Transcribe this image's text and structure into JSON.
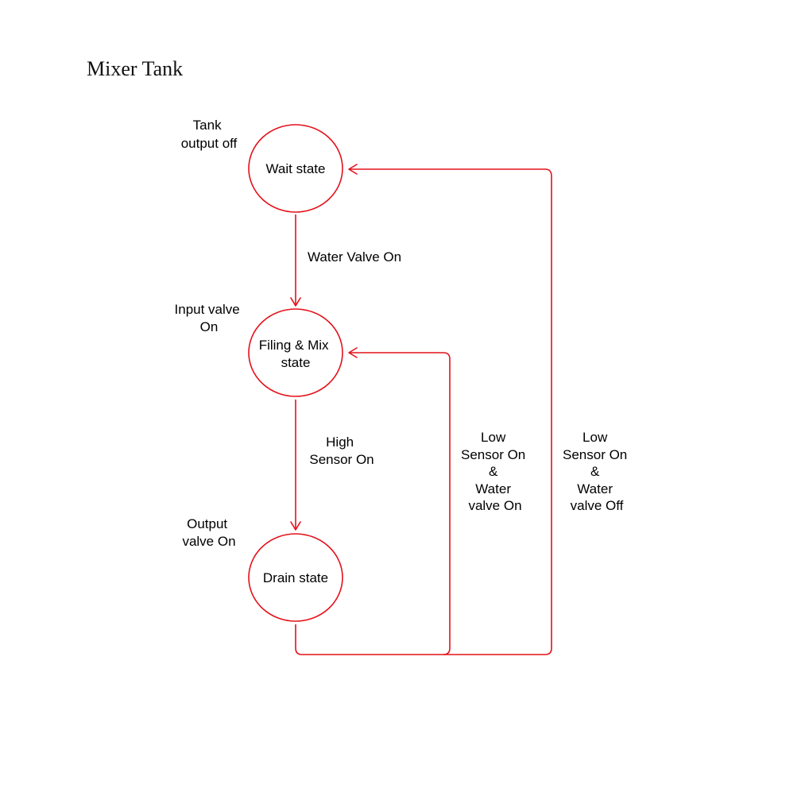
{
  "title": "Mixer Tank",
  "accent_color": "#e3121b",
  "states": [
    {
      "id": "wait",
      "lines": [
        "Wait state"
      ],
      "annotation": [
        "Tank",
        "output off"
      ]
    },
    {
      "id": "fill",
      "lines": [
        "Filing & Mix",
        "state"
      ],
      "annotation": [
        "Input valve",
        "On"
      ]
    },
    {
      "id": "drain",
      "lines": [
        "Drain state"
      ],
      "annotation": [
        "Output",
        "valve On"
      ]
    }
  ],
  "transitions": [
    {
      "id": "wait-to-fill",
      "lines": [
        "Water Valve On"
      ]
    },
    {
      "id": "fill-to-drain",
      "lines": [
        "High",
        "Sensor On"
      ]
    },
    {
      "id": "drain-to-fill",
      "lines": [
        "Low",
        "Sensor On",
        "&",
        "Water",
        "valve On"
      ]
    },
    {
      "id": "drain-to-wait",
      "lines": [
        "Low",
        "Sensor On",
        "&",
        "Water",
        "valve Off"
      ]
    }
  ]
}
